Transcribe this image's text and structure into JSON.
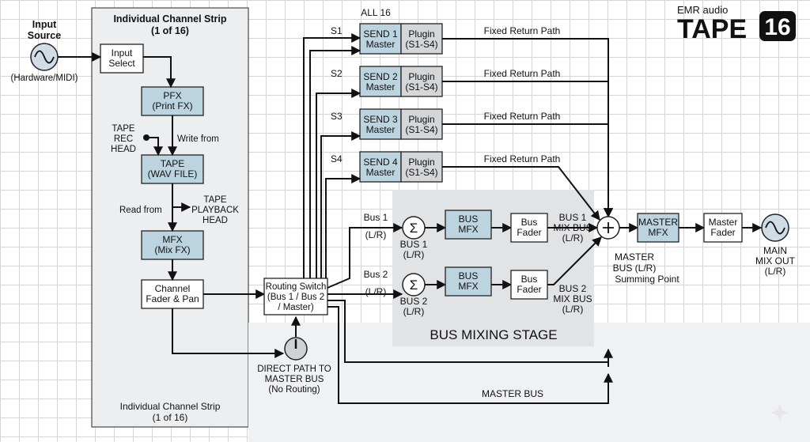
{
  "brand": {
    "maker": "EMR audio",
    "product": "TAPE",
    "number": "16"
  },
  "input": {
    "title": "Input",
    "title2": "Source",
    "caption": "(Hardware/MIDI)"
  },
  "strip": {
    "title": "Individual Channel Strip",
    "subtitle": "(1 of 16)",
    "footer": "Individual Channel Strip",
    "footer2": "(1 of 16)"
  },
  "blocks": {
    "input_select": [
      "Input",
      "Select"
    ],
    "pfx": [
      "PFX",
      "(Print FX)"
    ],
    "tape": [
      "TAPE",
      "(WAV FILE)"
    ],
    "mfx": [
      "MFX",
      "(Mix FX)"
    ],
    "fader": [
      "Channel",
      "Fader & Pan"
    ],
    "routing": [
      "Routing Switch",
      "(Bus 1 / Bus 2",
      "/ Master)"
    ]
  },
  "labels": {
    "rec_head": [
      "TAPE",
      "REC",
      "HEAD"
    ],
    "write_from": "Write from",
    "read_from": "Read from",
    "play_head": [
      "TAPE",
      "PLAYBACK",
      "HEAD"
    ],
    "direct": [
      "DIRECT PATH TO",
      "MASTER BUS",
      "(No Routing)"
    ]
  },
  "sends": {
    "all_label": "ALL 16",
    "items": [
      {
        "tag": "S1",
        "name": [
          "SEND 1",
          "Master"
        ],
        "plugin": [
          "Plugin",
          "(S1-S4)"
        ],
        "return": "Fixed Return Path"
      },
      {
        "tag": "S2",
        "name": [
          "SEND 2",
          "Master"
        ],
        "plugin": [
          "Plugin",
          "(S1-S4)"
        ],
        "return": "Fixed Return Path"
      },
      {
        "tag": "S3",
        "name": [
          "SEND 3",
          "Master"
        ],
        "plugin": [
          "Plugin",
          "(S1-S4)"
        ],
        "return": "Fixed Return Path"
      },
      {
        "tag": "S4",
        "name": [
          "SEND 4",
          "Master"
        ],
        "plugin": [
          "Plugin",
          "(S1-S4)"
        ],
        "return": "Fixed Return Path"
      }
    ]
  },
  "buses": {
    "stage_label": "BUS MIXING STAGE",
    "items": [
      {
        "in": [
          "Bus 1",
          "(L/R)"
        ],
        "sum": [
          "BUS 1",
          "(L/R)"
        ],
        "mfx": [
          "BUS",
          "MFX"
        ],
        "fader": [
          "Bus",
          "Fader"
        ],
        "out": [
          "BUS 1",
          "MIX BUS",
          "(L/R)"
        ]
      },
      {
        "in": [
          "Bus 2",
          "(L/R)"
        ],
        "sum": [
          "BUS 2",
          "(L/R)"
        ],
        "mfx": [
          "BUS",
          "MFX"
        ],
        "fader": [
          "Bus",
          "Fader"
        ],
        "out": [
          "BUS 2",
          "MIX BUS",
          "(L/R)"
        ]
      }
    ]
  },
  "master": {
    "summing": [
      "MASTER",
      "BUS (L/R)",
      "Summing Point"
    ],
    "mfx": [
      "MASTER",
      "MFX"
    ],
    "fader": [
      "Master",
      "Fader"
    ],
    "out": [
      "MAIN",
      "MIX OUT",
      "(L/R)"
    ],
    "bus_label": "MASTER BUS"
  },
  "colors": {
    "block_blue": "#bcd3e0",
    "strip_bg": "#eceef0",
    "plugin_gray": "#d4d6d8"
  },
  "icons": {
    "sine": "sine-wave-icon",
    "sum": "sigma-icon",
    "plus": "plus-icon",
    "knob": "knob-icon",
    "sparkle": "sparkle-icon"
  }
}
